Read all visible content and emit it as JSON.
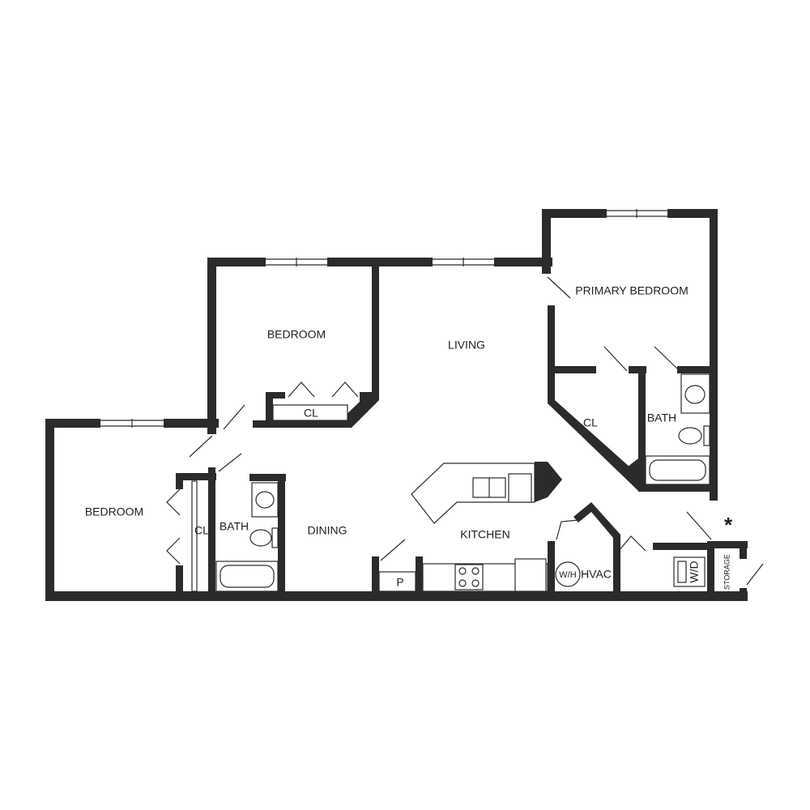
{
  "colors": {
    "wall": "#2b2b2b",
    "background": "#ffffff"
  },
  "rooms": {
    "bedroom_left": "BEDROOM",
    "bedroom_top": "BEDROOM",
    "living": "LIVING",
    "primary_bedroom": "PRIMARY BEDROOM",
    "dining": "DINING",
    "kitchen": "KITCHEN",
    "bath_left": "BATH",
    "bath_primary": "BATH",
    "closet_left": "CL",
    "closet_top": "CL",
    "closet_primary": "CL",
    "pantry": "P",
    "water_heater": "W/H",
    "hvac": "HVAC",
    "washer_dryer": "W/D",
    "storage": "STORAGE"
  },
  "marker": "*"
}
